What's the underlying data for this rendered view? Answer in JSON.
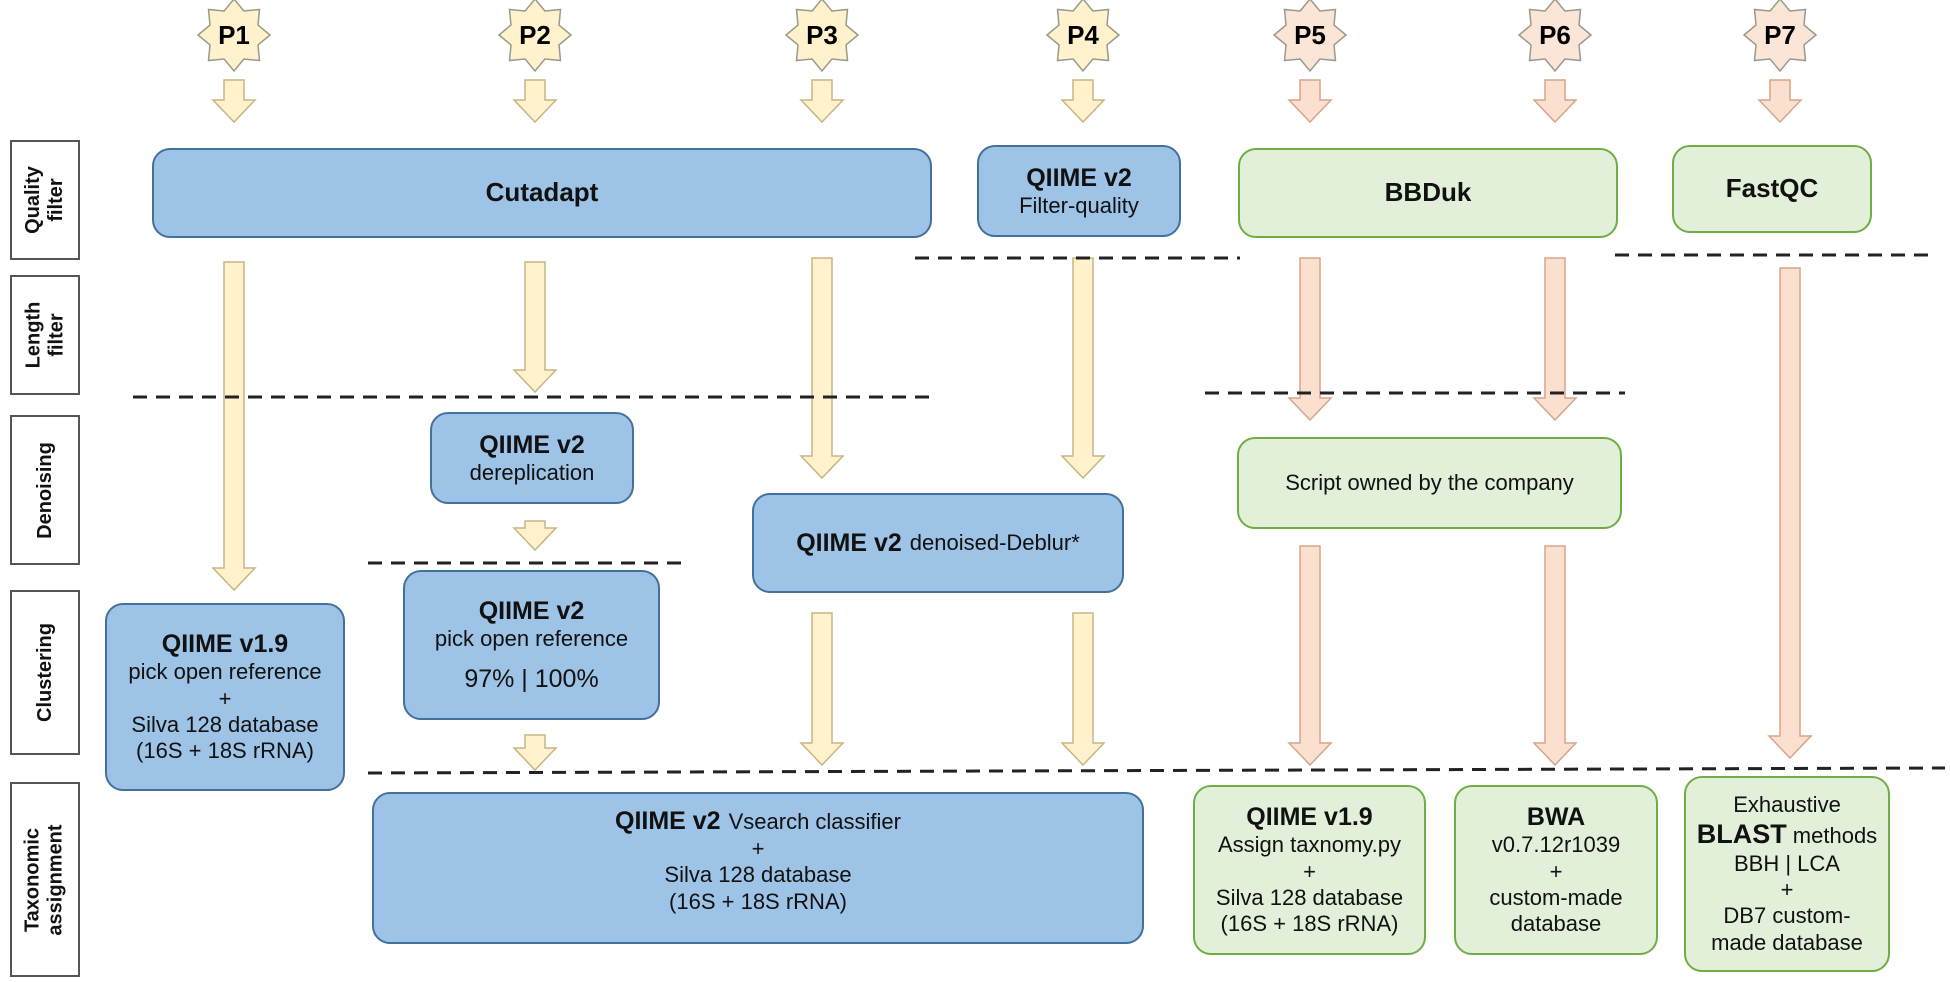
{
  "pipelines": [
    "P1",
    "P2",
    "P3",
    "P4",
    "P5",
    "P6",
    "P7"
  ],
  "colors": {
    "blue_fill": "#9dc3e6",
    "blue_border": "#41719c",
    "green_fill": "#e2efd9",
    "green_border": "#70ad47",
    "yellow_arrow": "#fff2cc",
    "yellow_border": "#c9b584",
    "pink_arrow": "#fbe0d0",
    "pink_border": "#d7a48c",
    "yellow_star": "#fff2cc",
    "pink_star": "#fbe5d6"
  },
  "rows": {
    "quality": "Quality\nfilter",
    "length": "Length\nfilter",
    "denoising": "Denoising",
    "clustering": "Clustering",
    "taxonomic": "Taxonomic\nassignment"
  },
  "boxes": {
    "cutadapt": "Cutadapt",
    "qiime_filter": {
      "tool": "QIIME v2",
      "desc": "Filter-quality"
    },
    "bbduk": "BBDuk",
    "fastqc": "FastQC",
    "qiime_derep": {
      "tool": "QIIME v2",
      "desc": "dereplication"
    },
    "qiime_deblur": {
      "tool": "QIIME v2",
      "desc": "denoised-Deblur*"
    },
    "script": "Script owned by the company",
    "qiime19_open": {
      "tool": "QIIME v1.9",
      "l1": "pick open reference",
      "l2": "+",
      "l3": "Silva 128 database",
      "l4": "(16S + 18S rRNA)"
    },
    "qiime2_open": {
      "tool": "QIIME v2",
      "l1": "pick open reference",
      "l2": "97% | 100%"
    },
    "vsearch": {
      "tool": "QIIME v2",
      "desc": "Vsearch classifier",
      "l2": "+",
      "l3": "Silva 128 database",
      "l4": "(16S + 18S rRNA)"
    },
    "qiime19_assign": {
      "tool": "QIIME v1.9",
      "l1": "Assign taxnomy.py",
      "l2": "+",
      "l3": "Silva 128 database",
      "l4": "(16S + 18S rRNA)"
    },
    "bwa": {
      "tool": "BWA",
      "l1": "v0.7.12r1039",
      "l2": "+",
      "l3": "custom-made",
      "l4": "database"
    },
    "blast": {
      "l0": "Exhaustive",
      "tool": "BLAST",
      "tool_suffix": "methods",
      "l1": "BBH | LCA",
      "l2": "+",
      "l3": "DB7 custom-",
      "l4": "made database"
    }
  }
}
